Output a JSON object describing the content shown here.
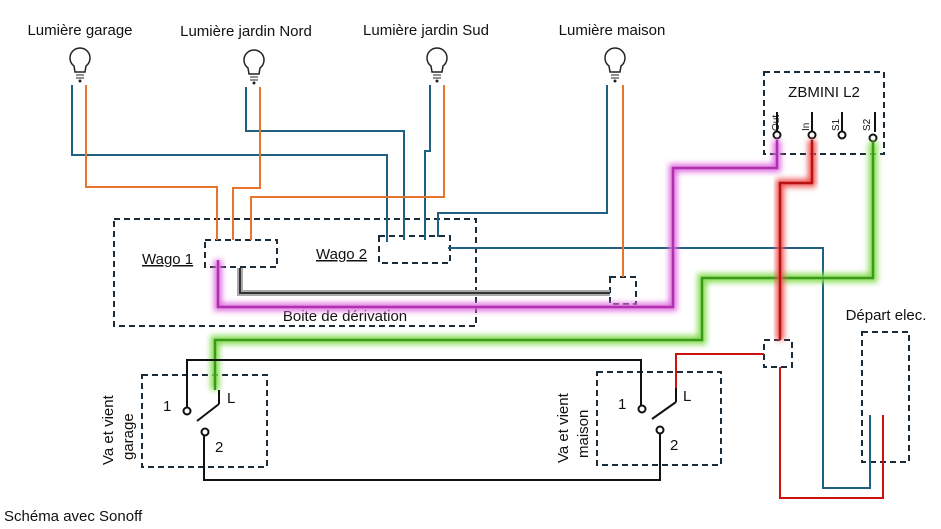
{
  "lamps": [
    {
      "label": "Lumière garage"
    },
    {
      "label": "Lumière jardin Nord"
    },
    {
      "label": "Lumière jardin Sud"
    },
    {
      "label": "Lumière maison"
    }
  ],
  "module": {
    "title": "ZBMINI L2",
    "terminals": [
      "Out",
      "In",
      "S1",
      "S2"
    ]
  },
  "junction_box": {
    "label": "Boite de dérivation",
    "wago1": "Wago 1",
    "wago2": "Wago 2"
  },
  "switches": [
    {
      "label_line1": "Va et vient",
      "label_line2": "garage",
      "t1": "1",
      "tL": "L",
      "t2": "2"
    },
    {
      "label_line1": "Va et vient",
      "label_line2": "maison",
      "t1": "1",
      "tL": "L",
      "t2": "2"
    }
  ],
  "supply": {
    "label": "Départ elec."
  },
  "caption": "Schéma avec Sonoff",
  "colors": {
    "neutral": "#1f5f7f",
    "live_lamp": "#e8742e",
    "out": "#c040c0",
    "in": "#cc1111",
    "s2": "#44aa22",
    "travel": "#111111"
  }
}
